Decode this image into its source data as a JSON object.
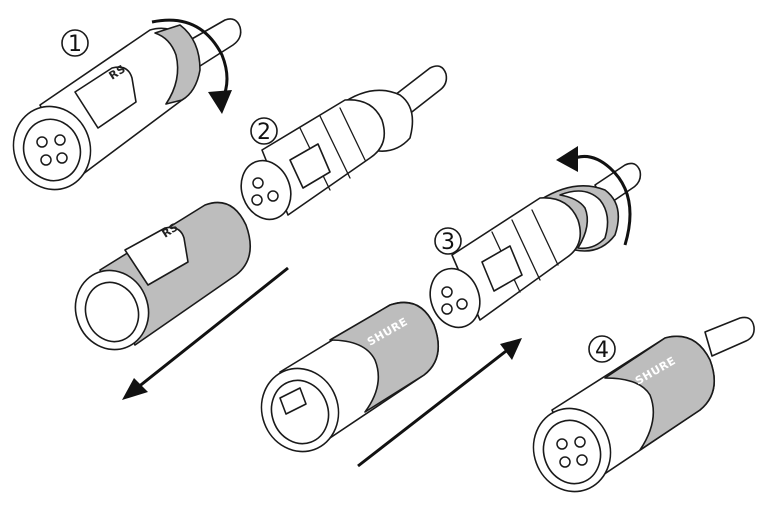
{
  "steps": [
    {
      "label": "1"
    },
    {
      "label": "2"
    },
    {
      "label": "3"
    },
    {
      "label": "4"
    }
  ],
  "brand_text": "SHURE",
  "colors": {
    "line": "#1a1a1a",
    "band": "#bdbdbd",
    "background": "#ffffff"
  },
  "arrows": [
    {
      "name": "rotate-clockwise-arrow",
      "direction": "clockwise"
    },
    {
      "name": "pull-apart-arrow",
      "direction": "down-left"
    },
    {
      "name": "rotate-counterclockwise-arrow",
      "direction": "counterclockwise"
    },
    {
      "name": "push-together-arrow",
      "direction": "up-right"
    }
  ]
}
